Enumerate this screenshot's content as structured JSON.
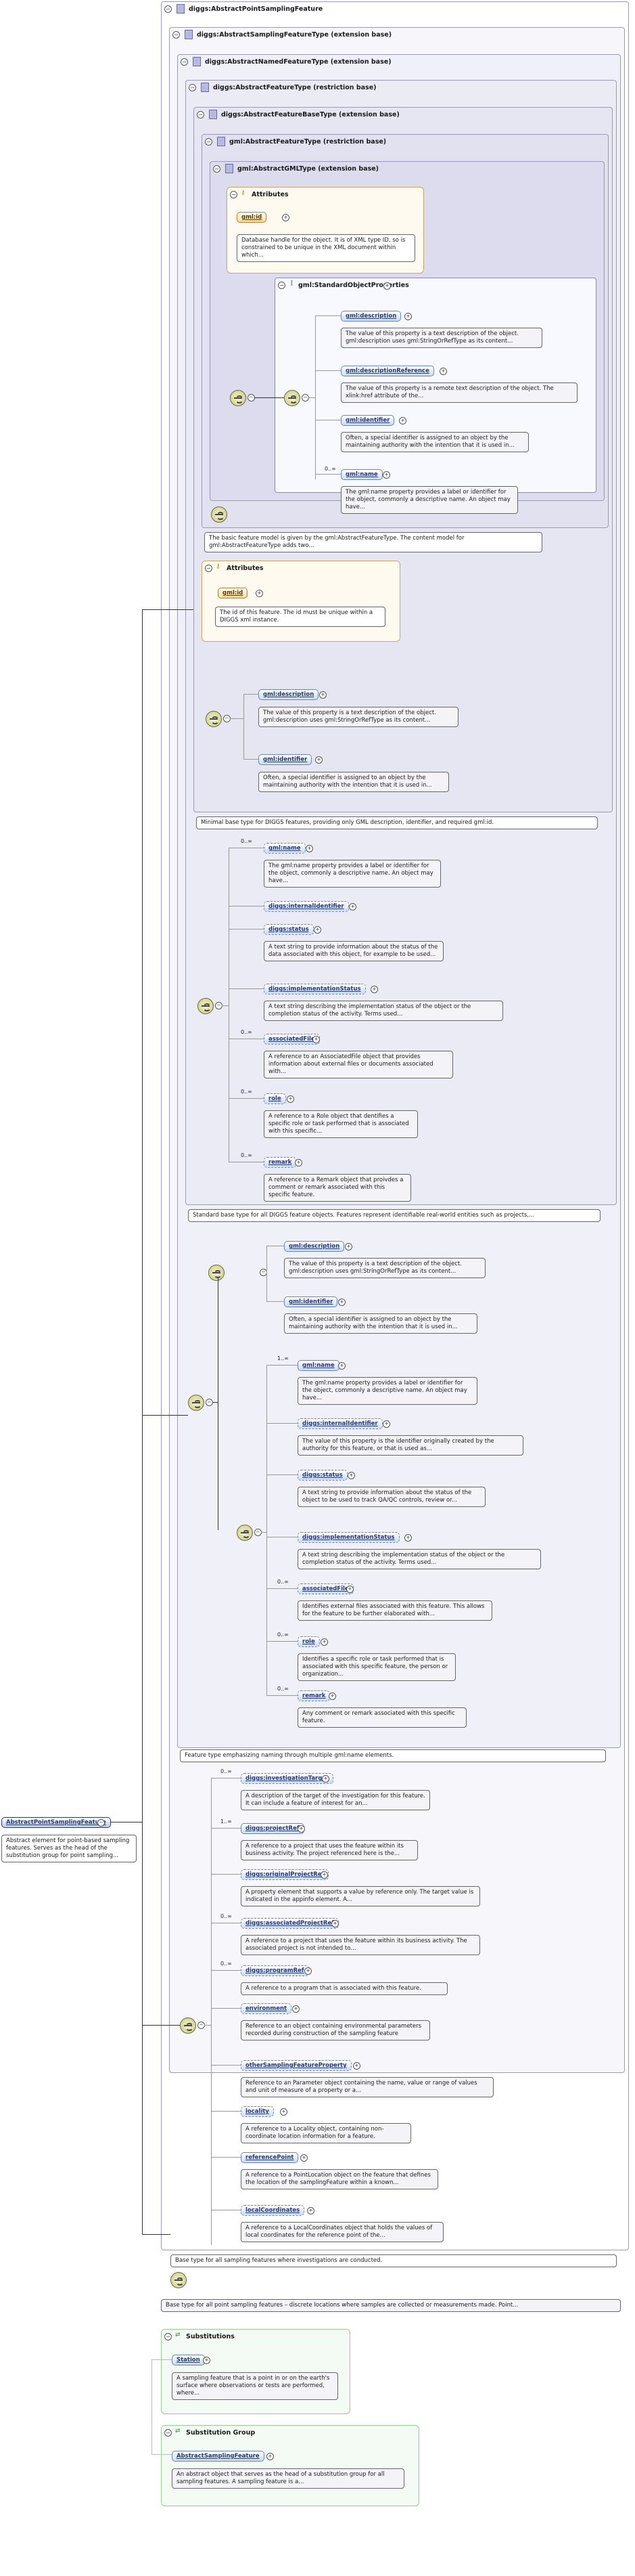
{
  "root": {
    "title": "diggs:AbstractPointSamplingFeature"
  },
  "levels": [
    {
      "title": "diggs:AbstractSamplingFeatureType (extension base)"
    },
    {
      "title": "diggs:AbstractNamedFeatureType (extension base)"
    },
    {
      "title": "diggs:AbstractFeatureType (restriction base)"
    },
    {
      "title": "diggs:AbstractFeatureBaseType (extension base)"
    },
    {
      "title": "gml:AbstractFeatureType (restriction base)"
    },
    {
      "title": "gml:AbstractGMLType (extension base)"
    }
  ],
  "gml_attrs": {
    "title": "Attributes",
    "id_label": "gml:id",
    "id_desc": "Database handle for the object. It is of XML type ID, so is constrained to be unique in the XML document within which..."
  },
  "std_props": {
    "title": "gml:StandardObjectProperties",
    "items": [
      {
        "label": "gml:description",
        "desc": "The value of this property is a text description of the object. gml:description uses gml:StringOrRefType as its content...",
        "card": ""
      },
      {
        "label": "gml:descriptionReference",
        "desc": "The value of this property is a remote text description of the object. The xlink:href attribute of the...",
        "card": ""
      },
      {
        "label": "gml:identifier",
        "desc": "Often, a special identifier is assigned to an object by the maintaining authority with the intention that it is used in...",
        "card": ""
      },
      {
        "label": "gml:name",
        "desc": "The gml:name property provides a label or identifier for the object, commonly a descriptive name. An object may have...",
        "card": "0..∞"
      }
    ]
  },
  "gml_feature_desc": "The basic feature model is given by the gml:AbstractFeatureType. The content model for gml:AbstractFeatureType adds two...",
  "base_attrs": {
    "title": "Attributes",
    "id_label": "gml:id",
    "id_desc": "The id of this feature. The id must be unique within a DIGGS xml instance."
  },
  "base_items": [
    {
      "label": "gml:description",
      "desc": "The value of this property is a text description of the object. gml:description uses gml:StringOrRefType as its content..."
    },
    {
      "label": "gml:identifier",
      "desc": "Often, a special identifier is assigned to an object by the maintaining authority with the intention that it is used in..."
    }
  ],
  "base_desc": "Minimal base type for DIGGS features, providing only GML description, identifier, and required gml:id.",
  "feature_items": [
    {
      "label": "gml:name",
      "card": "0..∞",
      "desc": "The gml:name property provides a label or identifier for the object, commonly a descriptive name. An object may have..."
    },
    {
      "label": "diggs:internalIdentifier",
      "card": "",
      "desc": ""
    },
    {
      "label": "diggs:status",
      "card": "",
      "desc": "A text string to provide information about the status of the data associated with this object, for example to be used..."
    },
    {
      "label": "diggs:implementationStatus",
      "card": "",
      "desc": "A text string describing the implementation status of the object or the completion status of the activity. Terms used..."
    },
    {
      "label": "associatedFile",
      "card": "0..∞",
      "desc": "A reference to an AssociatedFile object that provides information about external files or documents associated with..."
    },
    {
      "label": "role",
      "card": "0..∞",
      "desc": "A reference to a Role object that dentifies a specific role or task performed that is associated with this specific..."
    },
    {
      "label": "remark",
      "card": "0..∞",
      "desc": "A reference to a Remark object that proivdes a comment or remark associated with this specific feature."
    }
  ],
  "feature_desc": "Standard base type for all DIGGS feature objects. Features represent identifiable real-world entities such as projects,...",
  "named_choice": [
    {
      "label": "gml:description",
      "desc": "The value of this property is a text description of the object. gml:description uses gml:StringOrRefType as its content..."
    },
    {
      "label": "gml:identifier",
      "desc": "Often, a special identifier is assigned to an object by the maintaining authority with the intention that it is used in..."
    }
  ],
  "named_items": [
    {
      "label": "gml:name",
      "card": "1..∞",
      "desc": "The gml:name property provides a label or identifier for the object, commonly a descriptive name. An object may have..."
    },
    {
      "label": "diggs:internalIdentifier",
      "card": "",
      "desc": "The value of this property is the identifier originally created by the authority for this feature, or that is used as..."
    },
    {
      "label": "diggs:status",
      "card": "",
      "desc": "A text string to provide information about the status of the object to be used to track QA/QC controls, review or..."
    },
    {
      "label": "diggs:implementationStatus",
      "card": "",
      "desc": "A text string describing the implementation status of the object or the completion status of the activity. Terms used..."
    },
    {
      "label": "associatedFile",
      "card": "0..∞",
      "desc": "Identifies external files associated with this feature. This allows for the feature to be further elaborated with..."
    },
    {
      "label": "role",
      "card": "0..∞",
      "desc": "Identifies a specific role or task performed that is associated with this specific feature, the person or organization..."
    },
    {
      "label": "remark",
      "card": "0..∞",
      "desc": "Any comment or remark associated with this specific feature."
    }
  ],
  "named_desc": "Feature type emphasizing naming through multiple gml:name elements.",
  "sampling_items": [
    {
      "label": "diggs:investigationTarget",
      "card": "0..∞",
      "desc": "A description of the target of the investigation for this feature. It can include a feature of interest for an..."
    },
    {
      "label": "diggs:projectRef",
      "card": "1..∞",
      "desc": "A reference to a project that uses the feature within its business activity. The project referenced here is the..."
    },
    {
      "label": "diggs:originalProjectRef",
      "card": "",
      "desc": "A property element that supports a value by reference only. The target value is indicated in the appinfo element. A..."
    },
    {
      "label": "diggs:associatedProjectRef",
      "card": "0..∞",
      "desc": "A reference to a project that uses the feature within its business activity. The associated project is not intended to..."
    },
    {
      "label": "diggs:programRef",
      "card": "0..∞",
      "desc": "A reference to a program that is associated with this feature."
    },
    {
      "label": "environment",
      "card": "",
      "desc": "Reference to an object containing environmental parameters recorded during construction of the sampling feature"
    },
    {
      "label": "otherSamplingFeatureProperty",
      "card": "",
      "desc": "Reference to an Parameter object containing the name, value or range of values and unit of measure of a property or a..."
    },
    {
      "label": "locality",
      "card": "",
      "desc": "A reference to a Locality object, containing non-coordinate location information for a feature."
    },
    {
      "label": "referencePoint",
      "card": "",
      "desc": "A reference to a PointLocation object on the feature that defines the location of the samplingFeature within a known..."
    },
    {
      "label": "localCoordinates",
      "card": "",
      "desc": "A reference to a LocalCoordinates object that holds the values of local coordinates for the reference point of the..."
    }
  ],
  "sampling_desc": "Base type for all sampling features where investigations are conducted.",
  "root_desc": "Base type for all point sampling features – discrete locations where samples are collected or measurements made. Point...",
  "left_element": {
    "label": "AbstractPointSamplingFeature",
    "desc": "Abstract element for point-based sampling features. Serves as the head of the substitution group for point sampling..."
  },
  "subst": {
    "title": "Substitutions",
    "label": "Station",
    "desc": "A sampling feature that is a point in or on the earth's surface where observations or tests are performed, where..."
  },
  "group": {
    "title": "Substitution Group",
    "label": "AbstractSamplingFeature",
    "desc": "An abstract object that serves as the head of a substitution group for all sampling features. A sampling feature is a..."
  }
}
